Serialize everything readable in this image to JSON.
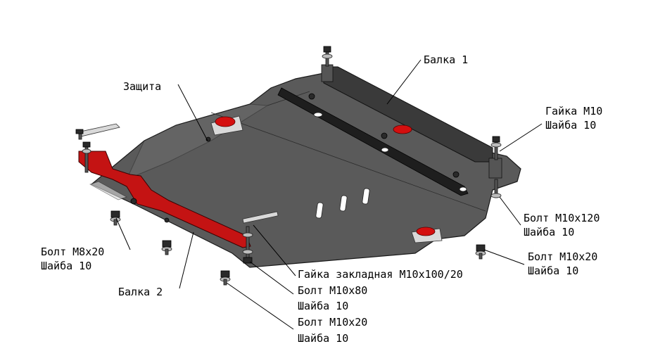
{
  "labels": {
    "zashchita": "Защита",
    "balka1": "Балка 1",
    "balka2": "Балка 2",
    "gayka_m10": "Гайка М10",
    "shayba_top_right": "Шайба 10",
    "bolt_m10x120": "Болт М10х120",
    "shayba_m10x120": "Шайба 10",
    "bolt_m10x20_right": "Болт М10х20",
    "shayba_m10x20_right": "Шайба 10",
    "bolt_m8x20": "Болт М8х20",
    "shayba_m8x20": "Шайба 10",
    "gayka_zakladnaya": "Гайка закладная М10х100/20",
    "bolt_m10x80": "Болт М10х80",
    "shayba_m10x80": "Шайба 10",
    "bolt_m10x20_bottom": "Болт М10х20",
    "shayba_m10x20_bottom": "Шайба 10"
  },
  "colors": {
    "plate": "#5a5a5a",
    "beam_1": "#3a3a3a",
    "beam_2": "#c41313",
    "background": "#ffffff"
  }
}
